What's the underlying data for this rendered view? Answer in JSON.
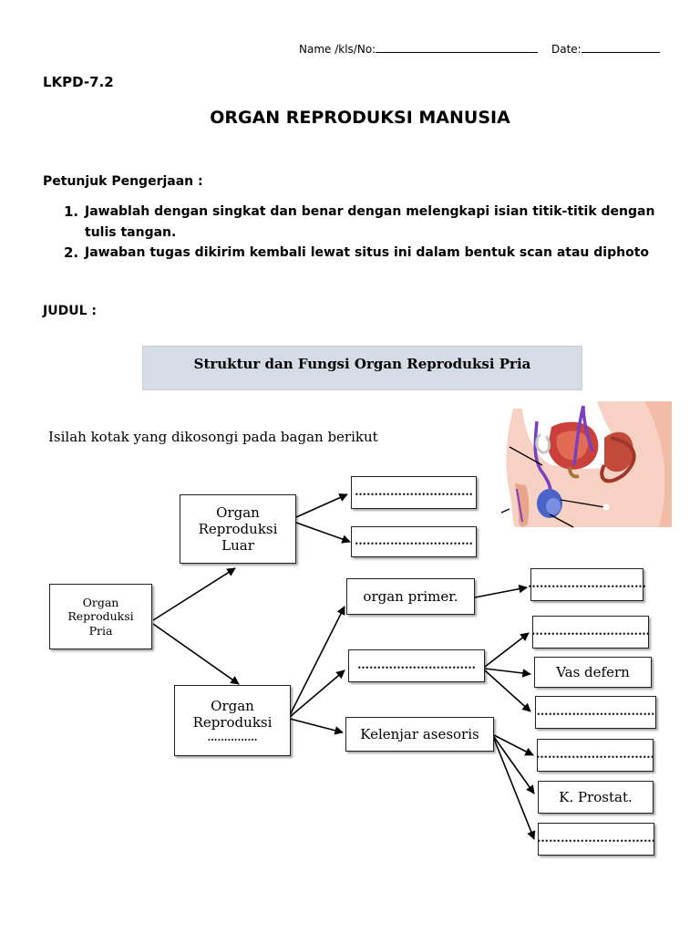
{
  "header": {
    "name_label": "Name /kls/No:",
    "date_label": "Date:"
  },
  "doc": {
    "code": "LKPD-7.2",
    "title": "ORGAN REPRODUKSI MANUSIA",
    "petunjuk_label": "Petunjuk Pengerjaan :",
    "instructions": [
      {
        "num": "1.",
        "text": "Jawablah dengan singkat dan benar dengan melengkapi isian titik-titik dengan tulis tangan."
      },
      {
        "num": "2.",
        "text": "Jawaban tugas dikirim kembali lewat situs ini dalam bentuk  scan atau diphoto"
      }
    ],
    "judul_label": "JUDUL :"
  },
  "worksheet": {
    "banner": "Struktur dan Fungsi Organ Reproduksi Pria",
    "instruction": "Isilah kotak yang dikosongi pada bagan berikut"
  },
  "diagram": {
    "blank": "…………………………",
    "blank_short": "……………",
    "root": [
      "Organ",
      "Reproduksi",
      "Pria"
    ],
    "outer": [
      "Organ",
      "Reproduksi",
      "Luar"
    ],
    "inner": [
      "Organ",
      "Reproduksi"
    ],
    "primary": "organ primer.",
    "accessory": "Kelenjar asesoris",
    "vas": "Vas defern",
    "prostate": "K. Prostat."
  }
}
